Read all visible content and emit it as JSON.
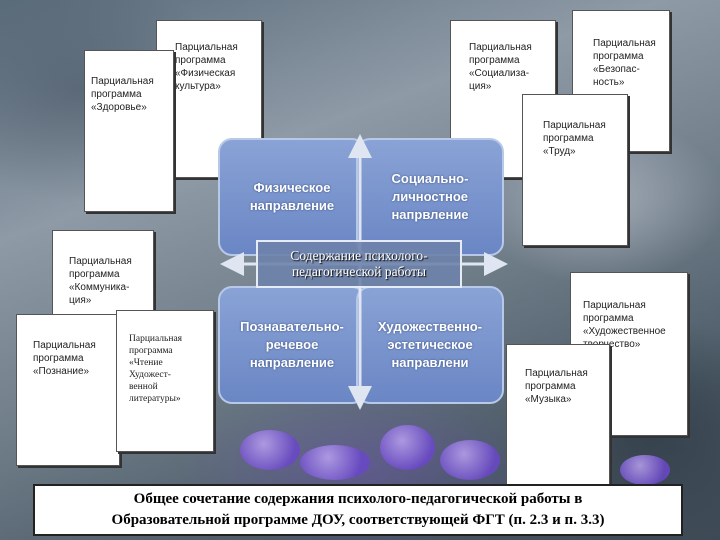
{
  "center": {
    "text": "Содержание психолого-\nпедагогической работы"
  },
  "directions": [
    {
      "label": "Физическое\nнаправление"
    },
    {
      "label": "Социально-\nличностное\nнапрвление"
    },
    {
      "label": "Познавательно-\nречевое\nнаправление"
    },
    {
      "label": "Художественно-\nэстетическое\nнаправлени"
    }
  ],
  "programs": {
    "zdorovie": "Парциальная\nпрограмма\n«Здоровье»",
    "fizkultura": "Парциальная\nпрограмма\n«Физическая\nкультура»",
    "socializacia": "Парциальная\nпрограмма\n«Социализа-\nция»",
    "bezopasnost": "Парциальная\nпрограмма\n«Безопас-\nность»",
    "trud": "Парциальная\nпрограмма\n«Труд»",
    "kommunikacia": "Парциальная\nпрограмма\n«Коммуника-\nция»",
    "poznanie": "Парциальная\nпрограмма\n«Познание»",
    "chtenie": "Парциальная\nпрограмма\n«Чтение\nХудожест-\nвенной\nлитературы»",
    "hud_tvorchestvo": "Парциальная\nпрограмма\n«Художественное\nтворчество»",
    "muzyka": "Парциальная\nпрограмма\n«Музыка»"
  },
  "footer": {
    "text": "Общее сочетание содержания психолого-педагогической работы в\nОбразовательной программе ДОУ, соответствующей ФГТ (п. 2.3  и п. 3.3)"
  }
}
